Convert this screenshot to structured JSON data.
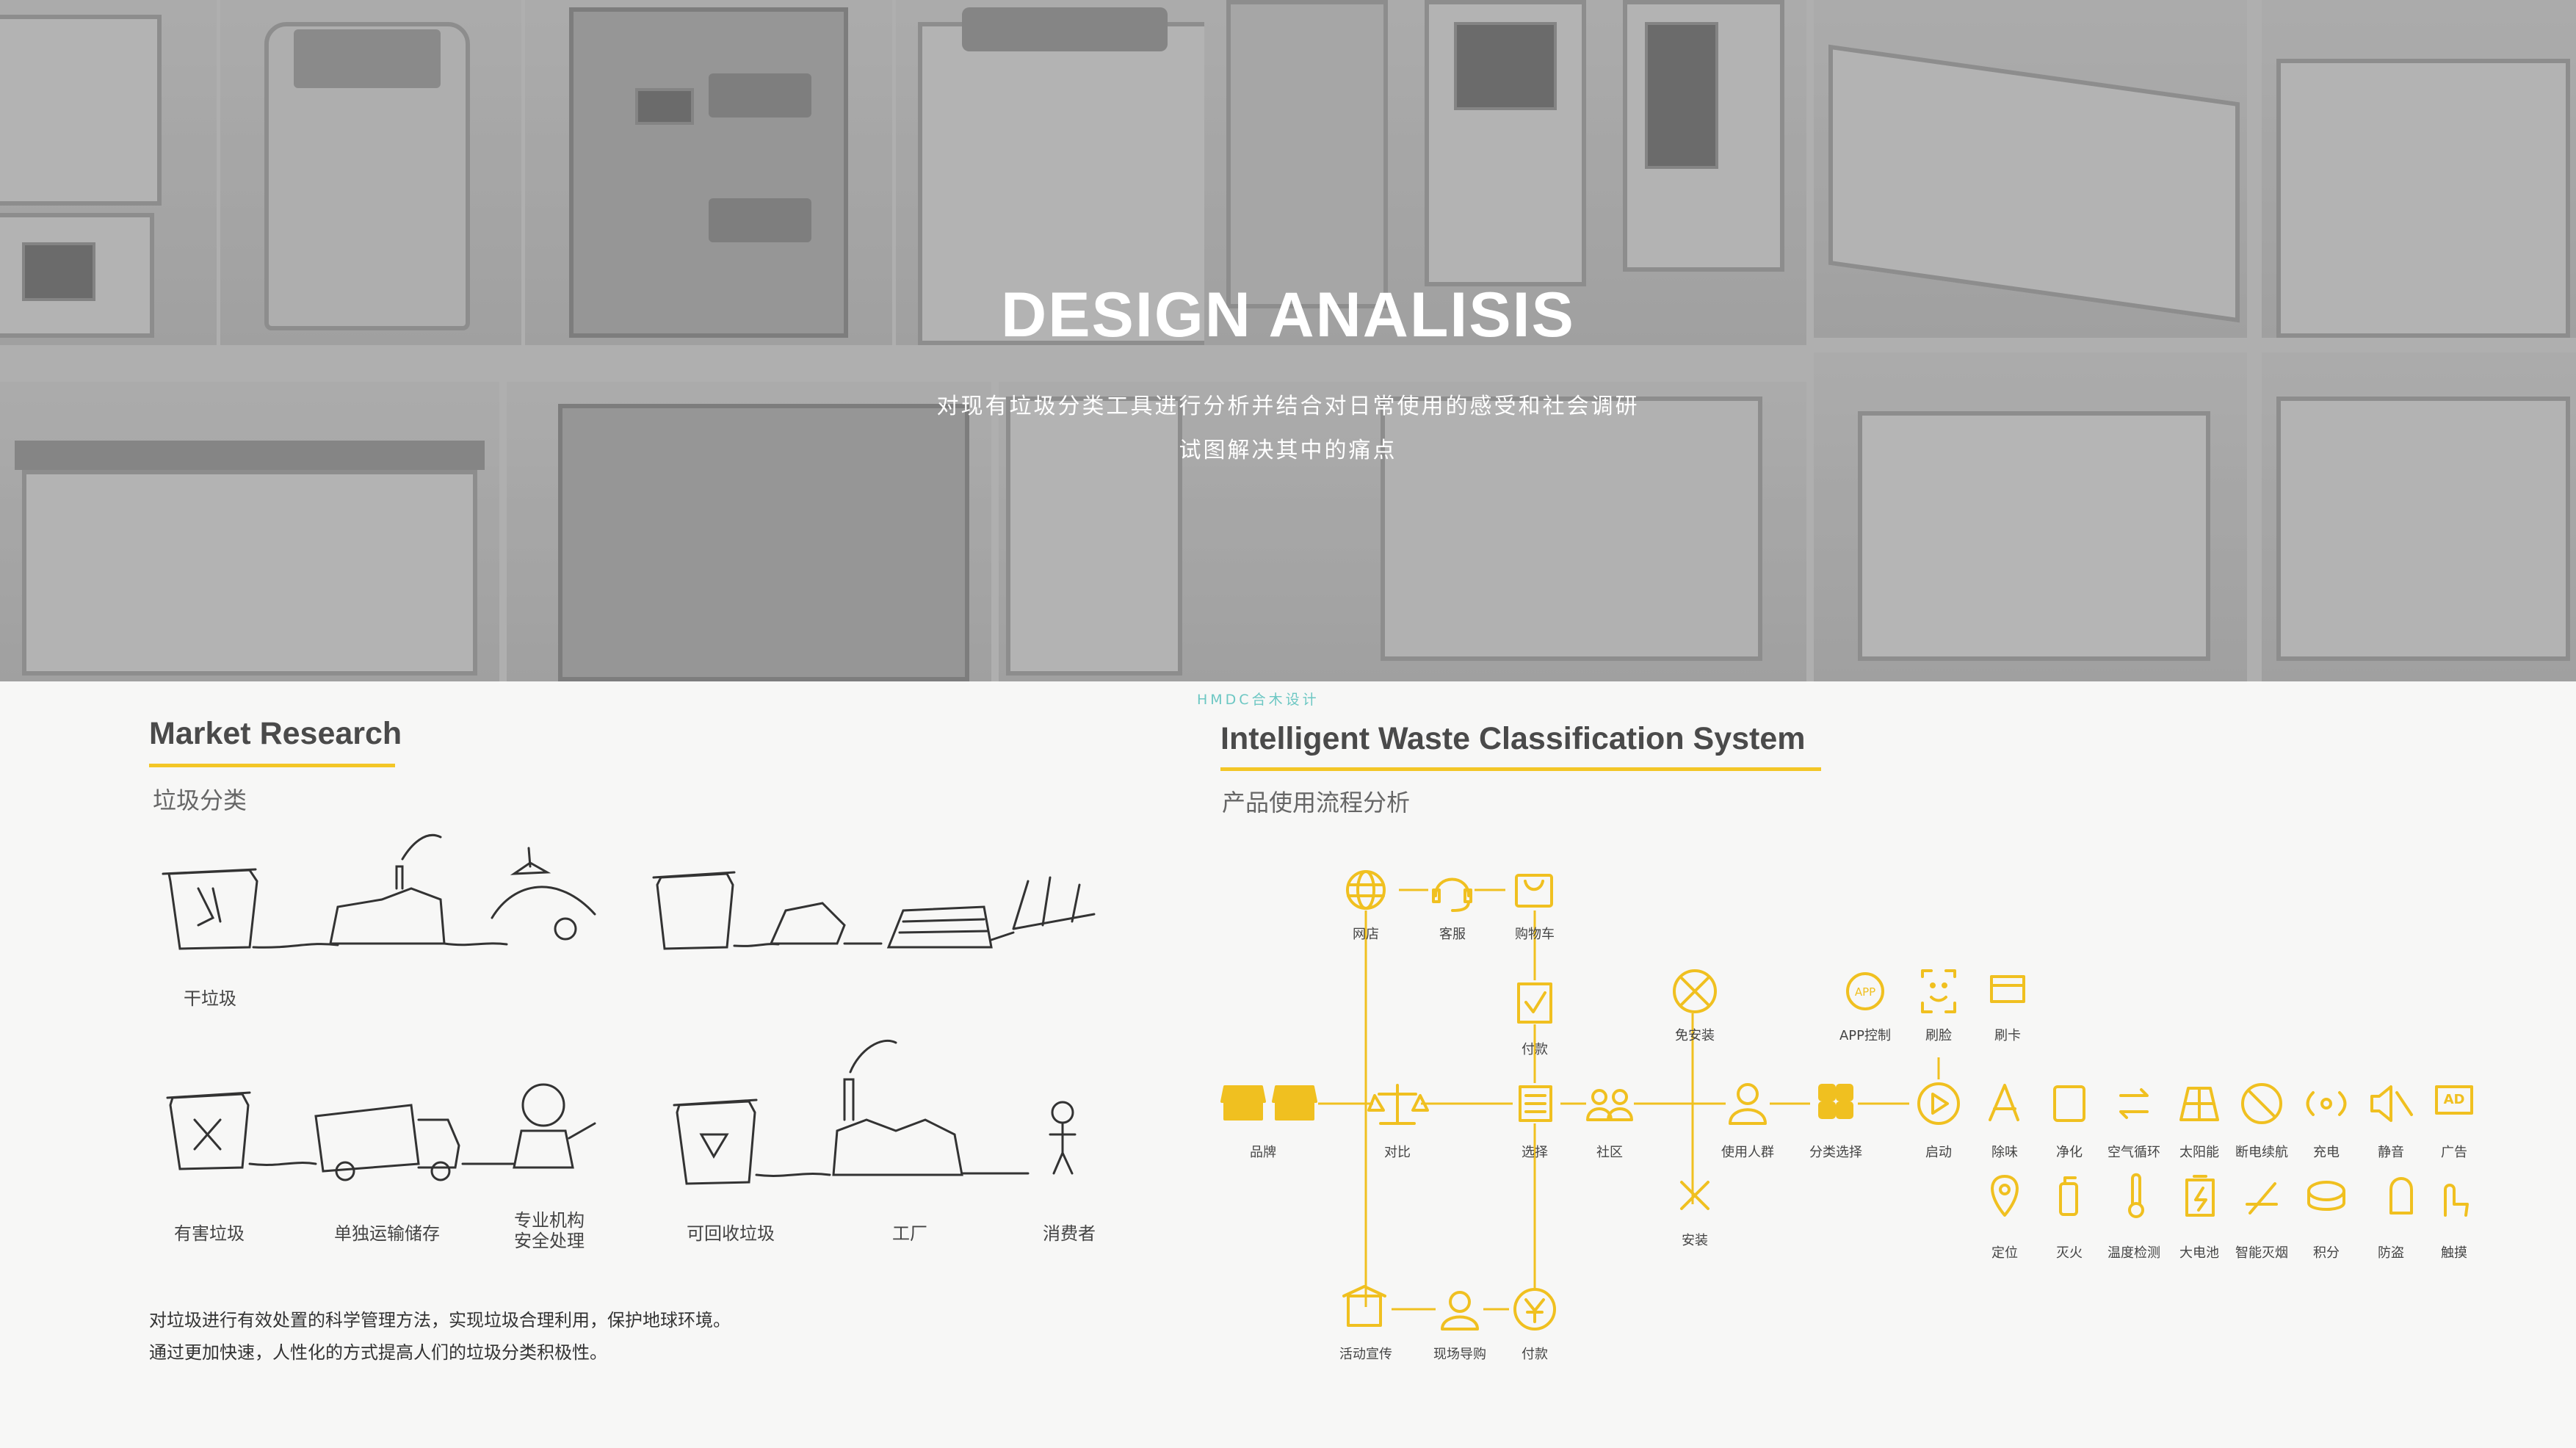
{
  "hero": {
    "title": "DESIGN ANALISIS",
    "subtitle_line1": "对现有垃圾分类工具进行分析并结合对日常使用的感受和社会调研",
    "subtitle_line2": "试图解决其中的痛点"
  },
  "watermark": "HMDC合木设计",
  "left": {
    "title": "Market Research",
    "subtitle": "垃圾分类",
    "labels": {
      "dry": "干垃圾",
      "hazard": "有害垃圾",
      "transport": "单独运输储存",
      "pro1": "专业机构",
      "pro2": "安全处理",
      "recycle": "可回收垃圾",
      "factory": "工厂",
      "consumer": "消费者"
    },
    "para1": "对垃圾进行有效处置的科学管理方法，实现垃圾合理利用，保护地球环境。",
    "para2": "通过更加快速，人性化的方式提高人们的垃圾分类积极性。"
  },
  "right": {
    "title": "Intelligent Waste Classification System",
    "subtitle": "产品使用流程分析",
    "nodes": {
      "store": "网店",
      "service": "客服",
      "cart": "购物车",
      "pay_top": "付款",
      "brand": "品牌",
      "compare": "对比",
      "select": "选择",
      "community": "社区",
      "free_install": "免安装",
      "install": "安装",
      "users": "使用人群",
      "classify": "分类选择",
      "start": "启动",
      "app": "APP控制",
      "face": "刷脸",
      "card": "刷卡",
      "promo": "活动宣传",
      "onsite": "现场导购",
      "pay_bottom": "付款"
    },
    "features_row1": [
      "除味",
      "净化",
      "空气循环",
      "太阳能",
      "断电续航",
      "充电",
      "静音",
      "广告"
    ],
    "features_row2": [
      "定位",
      "灭火",
      "温度检测",
      "大电池",
      "智能灭烟",
      "积分",
      "防盗",
      "触摸"
    ],
    "accent_color": "#f0c020",
    "icon_names": {
      "store": "globe-icon",
      "service": "headset-icon",
      "cart": "bag-icon",
      "pay_top": "payment-doc-icon",
      "brand": "shop-icon",
      "compare": "scale-icon",
      "select": "list-icon",
      "community": "people-icon",
      "free_install": "no-tools-icon",
      "install": "tools-icon",
      "users": "user-icon",
      "classify": "grid-icon",
      "start": "play-icon",
      "app": "app-icon",
      "face": "face-scan-icon",
      "card": "card-icon",
      "promo": "promo-icon",
      "onsite": "guide-icon",
      "pay_bottom": "yen-icon"
    }
  }
}
